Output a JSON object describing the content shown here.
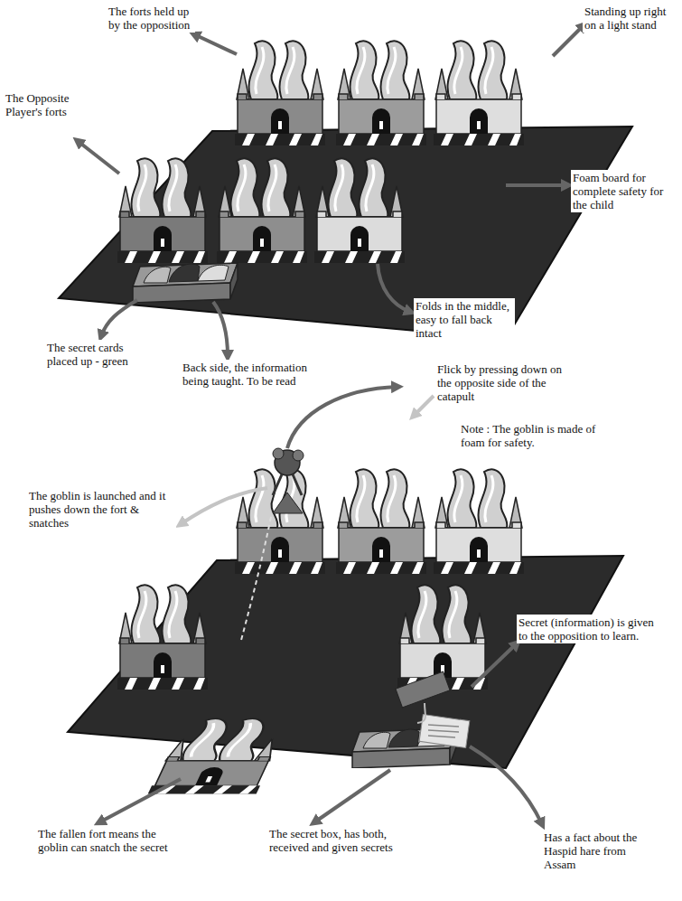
{
  "diagram": {
    "labels": [
      "The forts held up by the opposition",
      "Standing up right on a light stand",
      "The Opposite Player's forts",
      "Foam board for complete safety for the child",
      "Folds in the middle, easy to fall back intact",
      "The secret cards placed up - green",
      "Back side, the information being taught. To be read",
      "Flick by pressing down on the opposite side of the catapult",
      "Note : The goblin is made of foam for safety.",
      "The goblin is launched and it pushes down the fort & snatches",
      "Secret (information) is given to the opposition to learn.",
      "The fallen fort means the goblin can snatch the secret",
      "The secret box, has both, received and given secrets",
      "Has a fact about the Haspid hare from Assam"
    ]
  }
}
